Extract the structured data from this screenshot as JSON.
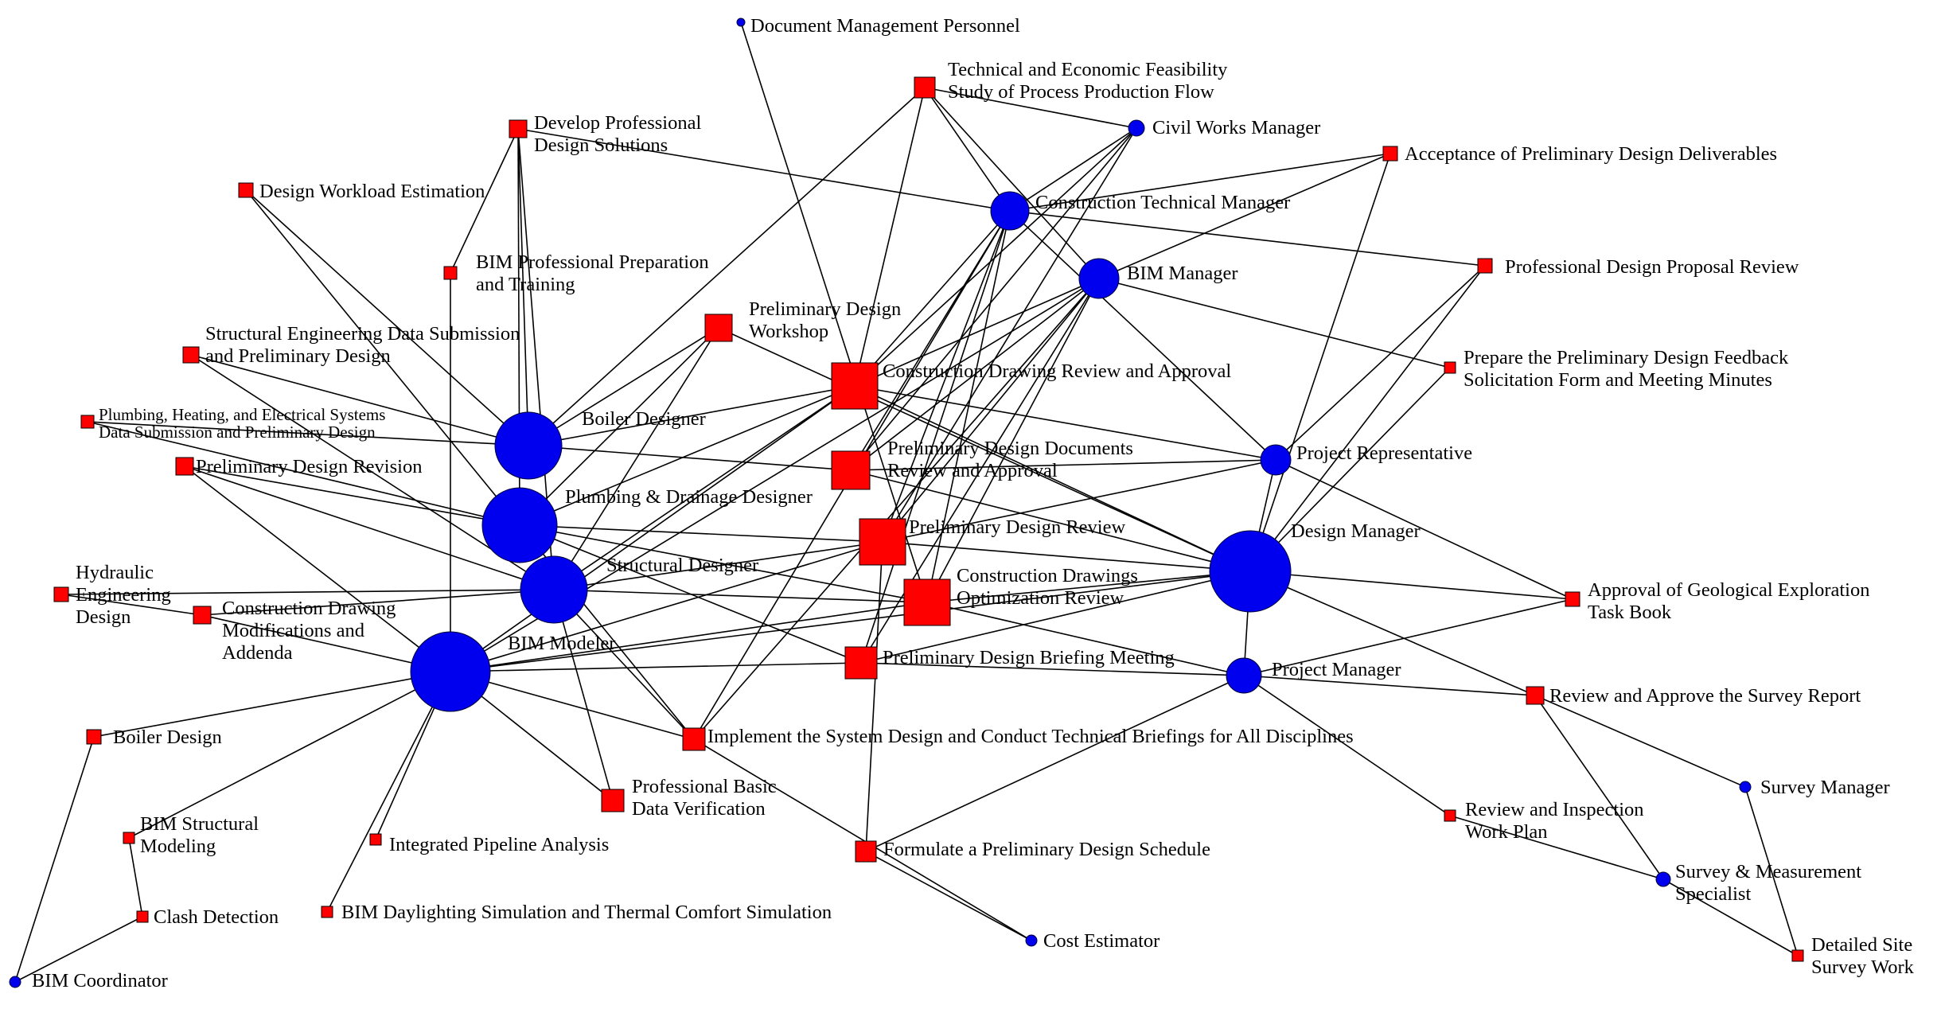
{
  "colors": {
    "person": "#0000ee",
    "task": "#ff0000",
    "edge": "#000000",
    "background": "#ffffff"
  },
  "nodes": [
    {
      "id": "document-management-personnel",
      "shape": "circle",
      "lines": [
        "Document Management Personnel"
      ]
    },
    {
      "id": "tech-econ-feasibility",
      "shape": "square",
      "lines": [
        "Technical and Economic Feasibility",
        "Study of Process Production Flow"
      ]
    },
    {
      "id": "civil-works-manager",
      "shape": "circle",
      "lines": [
        "Civil Works Manager"
      ]
    },
    {
      "id": "develop-professional-design-solutions",
      "shape": "square",
      "lines": [
        "Develop Professional",
        "Design Solutions"
      ]
    },
    {
      "id": "acceptance-preliminary-design-deliverables",
      "shape": "square",
      "lines": [
        "Acceptance of Preliminary Design Deliverables"
      ]
    },
    {
      "id": "design-workload-estimation",
      "shape": "square",
      "lines": [
        "Design Workload Estimation"
      ]
    },
    {
      "id": "construction-technical-manager",
      "shape": "circle",
      "lines": [
        "Construction Technical Manager"
      ]
    },
    {
      "id": "bim-professional-preparation",
      "shape": "square",
      "lines": [
        "BIM Professional Preparation",
        "and Training"
      ]
    },
    {
      "id": "professional-design-proposal-review",
      "shape": "square",
      "lines": [
        "Professional Design Proposal Review"
      ]
    },
    {
      "id": "bim-manager",
      "shape": "circle",
      "lines": [
        "BIM Manager"
      ]
    },
    {
      "id": "preliminary-design-workshop",
      "shape": "square",
      "lines": [
        "Preliminary Design",
        "Workshop"
      ]
    },
    {
      "id": "structural-engineering-data",
      "shape": "square",
      "lines": [
        "Structural Engineering Data Submission",
        "and Preliminary Design"
      ]
    },
    {
      "id": "prepare-feedback-form",
      "shape": "square",
      "lines": [
        "Prepare the Preliminary Design Feedback",
        "Solicitation Form and Meeting Minutes"
      ]
    },
    {
      "id": "construction-drawing-review",
      "shape": "square",
      "lines": [
        "Construction Drawing Review and Approval"
      ]
    },
    {
      "id": "boiler-designer",
      "shape": "circle",
      "lines": [
        "Boiler Designer"
      ]
    },
    {
      "id": "plumbing-heating-electrical-data",
      "shape": "square",
      "lines": [
        "Plumbing, Heating, and Electrical Systems",
        "Data Submission and Preliminary Design"
      ]
    },
    {
      "id": "preliminary-design-documents-review",
      "shape": "square",
      "lines": [
        "Preliminary Design Documents",
        "Review and Approval"
      ]
    },
    {
      "id": "project-representative",
      "shape": "circle",
      "lines": [
        "Project Representative"
      ]
    },
    {
      "id": "preliminary-design-revision",
      "shape": "square",
      "lines": [
        "Preliminary Design Revision"
      ]
    },
    {
      "id": "plumbing-drainage-designer",
      "shape": "circle",
      "lines": [
        "Plumbing & Drainage Designer"
      ]
    },
    {
      "id": "preliminary-design-review",
      "shape": "square",
      "lines": [
        "Preliminary Design Review"
      ]
    },
    {
      "id": "design-manager",
      "shape": "circle",
      "lines": [
        "Design Manager"
      ]
    },
    {
      "id": "hydraulic-engineering-design",
      "shape": "square",
      "lines": [
        "Hydraulic",
        "Engineering",
        "Design"
      ]
    },
    {
      "id": "structural-designer",
      "shape": "circle",
      "lines": [
        "Structural Designer"
      ]
    },
    {
      "id": "construction-drawings-optimization",
      "shape": "square",
      "lines": [
        "Construction Drawings",
        "Optimization Review"
      ]
    },
    {
      "id": "approval-geological-exploration",
      "shape": "square",
      "lines": [
        "Approval of Geological Exploration",
        "Task Book"
      ]
    },
    {
      "id": "construction-drawing-modifications",
      "shape": "square",
      "lines": [
        "Construction Drawing",
        "Modifications and",
        "Addenda"
      ]
    },
    {
      "id": "bim-modeler",
      "shape": "circle",
      "lines": [
        "BIM Modeler"
      ]
    },
    {
      "id": "preliminary-design-briefing",
      "shape": "square",
      "lines": [
        "Preliminary Design Briefing Meeting"
      ]
    },
    {
      "id": "project-manager",
      "shape": "circle",
      "lines": [
        "Project Manager"
      ]
    },
    {
      "id": "review-approve-survey-report",
      "shape": "square",
      "lines": [
        "Review and Approve the Survey Report"
      ]
    },
    {
      "id": "boiler-design",
      "shape": "square",
      "lines": [
        "Boiler Design"
      ]
    },
    {
      "id": "implement-system-design",
      "shape": "square",
      "lines": [
        "Implement the System Design and Conduct Technical Briefings for All Disciplines"
      ]
    },
    {
      "id": "survey-manager",
      "shape": "circle",
      "lines": [
        "Survey Manager"
      ]
    },
    {
      "id": "professional-basic-data-verification",
      "shape": "square",
      "lines": [
        "Professional Basic",
        "Data Verification"
      ]
    },
    {
      "id": "review-inspection-work-plan",
      "shape": "square",
      "lines": [
        "Review and Inspection",
        "Work Plan"
      ]
    },
    {
      "id": "bim-structural-modeling",
      "shape": "square",
      "lines": [
        "BIM Structural",
        "Modeling"
      ]
    },
    {
      "id": "integrated-pipeline-analysis",
      "shape": "square",
      "lines": [
        "Integrated Pipeline Analysis"
      ]
    },
    {
      "id": "formulate-preliminary-design-schedule",
      "shape": "square",
      "lines": [
        "Formulate a Preliminary Design Schedule"
      ]
    },
    {
      "id": "survey-measurement-specialist",
      "shape": "circle",
      "lines": [
        "Survey & Measurement",
        "Specialist"
      ]
    },
    {
      "id": "bim-daylighting-simulation",
      "shape": "square",
      "lines": [
        "BIM Daylighting Simulation and Thermal Comfort Simulation"
      ]
    },
    {
      "id": "clash-detection",
      "shape": "square",
      "lines": [
        "Clash Detection"
      ]
    },
    {
      "id": "cost-estimator",
      "shape": "circle",
      "lines": [
        "Cost Estimator"
      ]
    },
    {
      "id": "detailed-site-survey-work",
      "shape": "square",
      "lines": [
        "Detailed Site",
        "Survey Work"
      ]
    },
    {
      "id": "bim-coordinator",
      "shape": "circle",
      "lines": [
        "BIM Coordinator"
      ]
    }
  ],
  "edges": [
    [
      "document-management-personnel",
      "construction-drawings-optimization"
    ],
    [
      "tech-econ-feasibility",
      "construction-technical-manager"
    ],
    [
      "tech-econ-feasibility",
      "civil-works-manager"
    ],
    [
      "tech-econ-feasibility",
      "bim-manager"
    ],
    [
      "tech-econ-feasibility",
      "boiler-designer"
    ],
    [
      "tech-econ-feasibility",
      "construction-drawing-review"
    ],
    [
      "civil-works-manager",
      "construction-technical-manager"
    ],
    [
      "civil-works-manager",
      "construction-drawing-review"
    ],
    [
      "civil-works-manager",
      "preliminary-design-documents-review"
    ],
    [
      "civil-works-manager",
      "preliminary-design-review"
    ],
    [
      "develop-professional-design-solutions",
      "bim-professional-preparation"
    ],
    [
      "develop-professional-design-solutions",
      "construction-technical-manager"
    ],
    [
      "develop-professional-design-solutions",
      "boiler-designer"
    ],
    [
      "develop-professional-design-solutions",
      "plumbing-drainage-designer"
    ],
    [
      "develop-professional-design-solutions",
      "structural-designer"
    ],
    [
      "acceptance-preliminary-design-deliverables",
      "construction-technical-manager"
    ],
    [
      "acceptance-preliminary-design-deliverables",
      "design-manager"
    ],
    [
      "acceptance-preliminary-design-deliverables",
      "bim-manager"
    ],
    [
      "design-workload-estimation",
      "boiler-designer"
    ],
    [
      "design-workload-estimation",
      "plumbing-drainage-designer"
    ],
    [
      "construction-technical-manager",
      "professional-design-proposal-review"
    ],
    [
      "construction-technical-manager",
      "construction-drawing-review"
    ],
    [
      "construction-technical-manager",
      "preliminary-design-documents-review"
    ],
    [
      "construction-technical-manager",
      "preliminary-design-review"
    ],
    [
      "construction-technical-manager",
      "construction-drawings-optimization"
    ],
    [
      "construction-technical-manager",
      "project-representative"
    ],
    [
      "construction-technical-manager",
      "preliminary-design-briefing"
    ],
    [
      "construction-technical-manager",
      "implement-system-design"
    ],
    [
      "bim-professional-preparation",
      "bim-modeler"
    ],
    [
      "professional-design-proposal-review",
      "design-manager"
    ],
    [
      "professional-design-proposal-review",
      "project-representative"
    ],
    [
      "bim-manager",
      "prepare-feedback-form"
    ],
    [
      "bim-manager",
      "construction-drawing-review"
    ],
    [
      "bim-manager",
      "preliminary-design-documents-review"
    ],
    [
      "bim-manager",
      "preliminary-design-review"
    ],
    [
      "bim-manager",
      "construction-drawings-optimization"
    ],
    [
      "bim-manager",
      "preliminary-design-briefing"
    ],
    [
      "bim-manager",
      "implement-system-design"
    ],
    [
      "bim-manager",
      "bim-modeler"
    ],
    [
      "preliminary-design-workshop",
      "boiler-designer"
    ],
    [
      "preliminary-design-workshop",
      "plumbing-drainage-designer"
    ],
    [
      "preliminary-design-workshop",
      "structural-designer"
    ],
    [
      "preliminary-design-workshop",
      "design-manager"
    ],
    [
      "structural-engineering-data",
      "structural-designer"
    ],
    [
      "structural-engineering-data",
      "boiler-designer"
    ],
    [
      "prepare-feedback-form",
      "design-manager"
    ],
    [
      "construction-drawing-review",
      "boiler-designer"
    ],
    [
      "construction-drawing-review",
      "plumbing-drainage-designer"
    ],
    [
      "construction-drawing-review",
      "structural-designer"
    ],
    [
      "construction-drawing-review",
      "project-representative"
    ],
    [
      "construction-drawing-review",
      "design-manager"
    ],
    [
      "construction-drawing-review",
      "bim-modeler"
    ],
    [
      "plumbing-heating-electrical-data",
      "boiler-designer"
    ],
    [
      "plumbing-heating-electrical-data",
      "plumbing-drainage-designer"
    ],
    [
      "preliminary-design-documents-review",
      "boiler-designer"
    ],
    [
      "preliminary-design-documents-review",
      "project-representative"
    ],
    [
      "preliminary-design-documents-review",
      "design-manager"
    ],
    [
      "preliminary-design-revision",
      "plumbing-drainage-designer"
    ],
    [
      "preliminary-design-revision",
      "structural-designer"
    ],
    [
      "preliminary-design-revision",
      "bim-modeler"
    ],
    [
      "plumbing-drainage-designer",
      "preliminary-design-review"
    ],
    [
      "plumbing-drainage-designer",
      "construction-drawings-optimization"
    ],
    [
      "plumbing-drainage-designer",
      "preliminary-design-briefing"
    ],
    [
      "plumbing-drainage-designer",
      "implement-system-design"
    ],
    [
      "preliminary-design-review",
      "design-manager"
    ],
    [
      "preliminary-design-review",
      "project-representative"
    ],
    [
      "preliminary-design-review",
      "structural-designer"
    ],
    [
      "preliminary-design-review",
      "bim-modeler"
    ],
    [
      "design-manager",
      "approval-geological-exploration"
    ],
    [
      "design-manager",
      "project-manager"
    ],
    [
      "design-manager",
      "review-approve-survey-report"
    ],
    [
      "design-manager",
      "project-representative"
    ],
    [
      "design-manager",
      "construction-drawings-optimization"
    ],
    [
      "design-manager",
      "preliminary-design-briefing"
    ],
    [
      "design-manager",
      "bim-modeler"
    ],
    [
      "hydraulic-engineering-design",
      "structural-designer"
    ],
    [
      "hydraulic-engineering-design",
      "construction-drawing-modifications"
    ],
    [
      "structural-designer",
      "construction-drawings-optimization"
    ],
    [
      "structural-designer",
      "implement-system-design"
    ],
    [
      "structural-designer",
      "professional-basic-data-verification"
    ],
    [
      "construction-drawings-optimization",
      "bim-modeler"
    ],
    [
      "construction-drawings-optimization",
      "project-manager"
    ],
    [
      "approval-geological-exploration",
      "project-representative"
    ],
    [
      "approval-geological-exploration",
      "project-manager"
    ],
    [
      "construction-drawing-modifications",
      "structural-designer"
    ],
    [
      "construction-drawing-modifications",
      "bim-modeler"
    ],
    [
      "bim-modeler",
      "preliminary-design-briefing"
    ],
    [
      "bim-modeler",
      "implement-system-design"
    ],
    [
      "bim-modeler",
      "professional-basic-data-verification"
    ],
    [
      "bim-modeler",
      "boiler-design"
    ],
    [
      "bim-modeler",
      "bim-structural-modeling"
    ],
    [
      "bim-modeler",
      "integrated-pipeline-analysis"
    ],
    [
      "bim-modeler",
      "bim-daylighting-simulation"
    ],
    [
      "preliminary-design-briefing",
      "project-manager"
    ],
    [
      "project-manager",
      "review-inspection-work-plan"
    ],
    [
      "project-manager",
      "formulate-preliminary-design-schedule"
    ],
    [
      "project-manager",
      "review-approve-survey-report"
    ],
    [
      "review-approve-survey-report",
      "survey-manager"
    ],
    [
      "review-approve-survey-report",
      "survey-measurement-specialist"
    ],
    [
      "boiler-design",
      "bim-coordinator"
    ],
    [
      "implement-system-design",
      "cost-estimator"
    ],
    [
      "survey-manager",
      "detailed-site-survey-work"
    ],
    [
      "review-inspection-work-plan",
      "survey-measurement-specialist"
    ],
    [
      "bim-structural-modeling",
      "clash-detection"
    ],
    [
      "formulate-preliminary-design-schedule",
      "cost-estimator"
    ],
    [
      "formulate-preliminary-design-schedule",
      "preliminary-design-review"
    ],
    [
      "survey-measurement-specialist",
      "detailed-site-survey-work"
    ],
    [
      "clash-detection",
      "bim-coordinator"
    ]
  ]
}
